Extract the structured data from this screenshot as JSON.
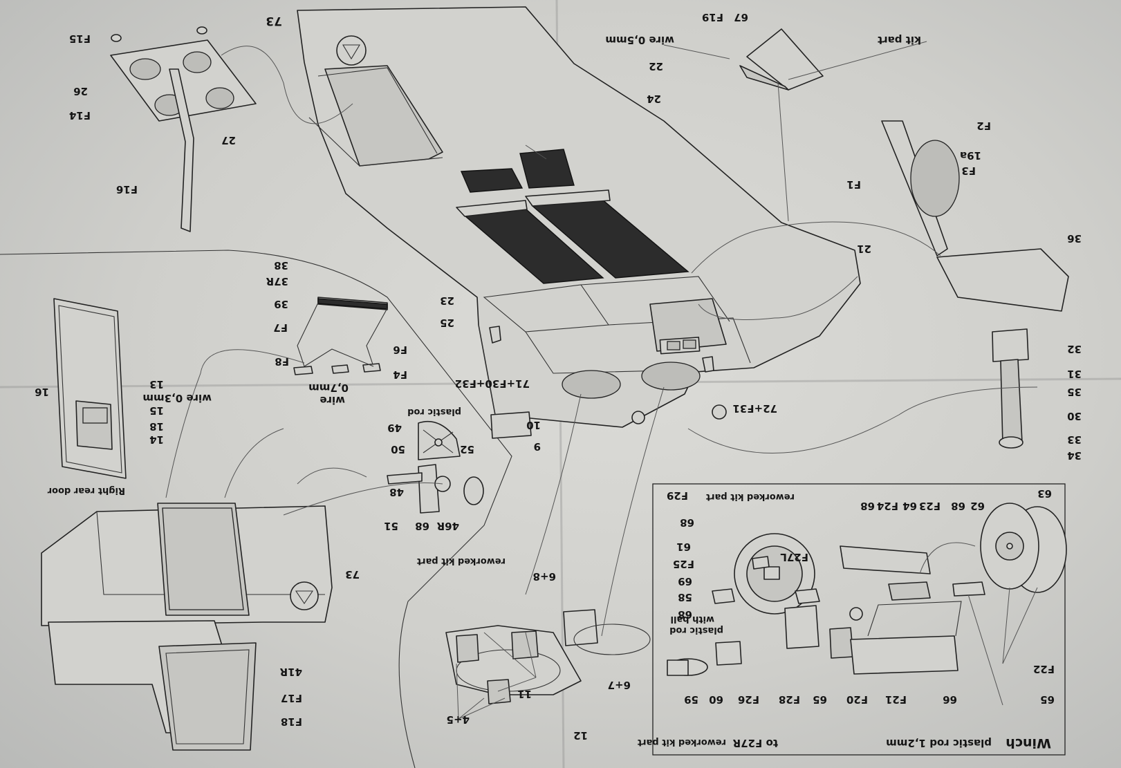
{
  "sheet": {
    "paper_color": "#d4d4d0",
    "line_color": "#222222",
    "mesh_color": "#2c2c2c",
    "orientation": "upside-down"
  },
  "winch_panel": {
    "title": "Winch",
    "notes": {
      "plastic_rod": "plastic rod 1,2mm",
      "to_f27r": "to F27R",
      "reworked_bottom": "reworked kit part",
      "reworked_top": "reworked kit part",
      "plastic_rod_ball_1": "plastic rod",
      "plastic_rod_ball_2": "with ball"
    },
    "parts": [
      "65",
      "66",
      "F21",
      "F20",
      "65",
      "F28",
      "F26",
      "60",
      "59",
      "F22",
      "63",
      "62",
      "68",
      "F23",
      "64",
      "F24",
      "68",
      "F29",
      "68",
      "61",
      "F25",
      "69",
      "58",
      "68",
      "F27L"
    ]
  },
  "hull": {
    "wire_05": "wire 0,5mm",
    "kit_part": "kit part",
    "parts": [
      "73",
      "22",
      "24",
      "F19",
      "67",
      "F2",
      "19a",
      "F3",
      "F1",
      "21",
      "36",
      "32",
      "31",
      "35",
      "30",
      "33",
      "34",
      "25",
      "23",
      "71+F30+F32",
      "72+F31",
      "10",
      "9"
    ]
  },
  "rack": {
    "wire_07_1": "wire",
    "wire_07_2": "0,7mm",
    "parts": [
      "38",
      "37R",
      "39",
      "F7",
      "F8",
      "F6",
      "F4"
    ]
  },
  "plate": {
    "parts": [
      "F15",
      "26",
      "F14",
      "27",
      "F16"
    ]
  },
  "rear_door": {
    "caption": "Right rear door",
    "wire_03": "wire 0,3mm",
    "parts": [
      "16",
      "13",
      "15",
      "18",
      "14"
    ]
  },
  "hinge": {
    "plastic_rod_1": "plastic rod",
    "reworked": "reworked kit part",
    "parts": [
      "49",
      "50",
      "52",
      "48",
      "51",
      "68",
      "46R"
    ]
  },
  "lower": {
    "parts": [
      "73",
      "41R",
      "F17",
      "F18",
      "6+8",
      "6+7",
      "11",
      "4+5",
      "12"
    ]
  }
}
